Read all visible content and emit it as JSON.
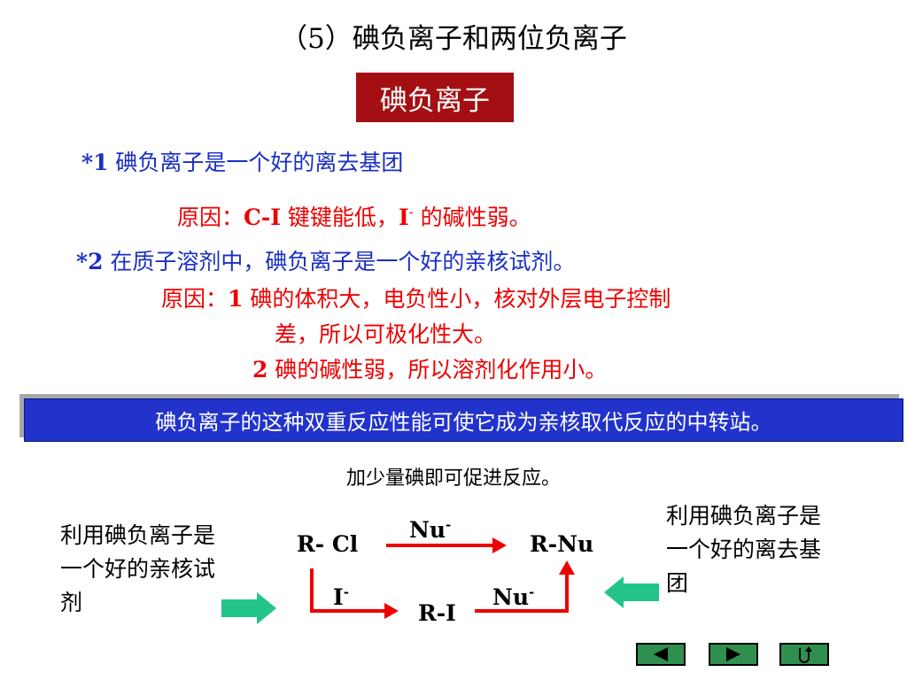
{
  "title": "（5）碘负离子和两位负离子",
  "subtitle": "碘负离子",
  "point1": {
    "marker": "*1",
    "text": " 碘负离子是一个好的离去基团",
    "reason_prefix": "原因：",
    "reason_bold1": "C-I",
    "reason_mid": " 键键能低，",
    "reason_bold2": "I",
    "reason_sup": "-",
    "reason_end": " 的碱性弱。"
  },
  "point2": {
    "marker": "*2",
    "text": " 在质子溶剂中，碘负离子是一个好的亲核试剂。",
    "reason_prefix": "原因：",
    "reason1_num": "1",
    "reason1_text": " 碘的体积大，电负性小，核对外层电子控制",
    "reason1_cont": "差，所以可极化性大。",
    "reason2_num": "2",
    "reason2_text": " 碘的碱性弱，所以溶剂化作用小。"
  },
  "banner": "碘负离子的这种双重反应性能可使它成为亲核取代反应的中转站。",
  "note": "加少量碘即可促进反应。",
  "left_label": "利用碘负离子是一个好的亲核试剂",
  "right_label": "利用碘负离子是一个好的离去基团",
  "scheme": {
    "reactant": "R- Cl",
    "product": "R-Nu",
    "intermediate": "R-I",
    "nu_top": "Nu",
    "nu_bottom": "Nu",
    "iodide": "I",
    "minus": "-"
  },
  "colors": {
    "title_box": "#a30f12",
    "blue_text": "#1a2fc4",
    "red_text": "#ee0000",
    "banner": "#2233cc",
    "arrow_red": "#ee0000",
    "arrow_green": "#22c48a",
    "nav_button": "#2f8f4e"
  },
  "nav": {
    "prev_icon": "triangle-left-icon",
    "next_icon": "triangle-right-icon",
    "return_icon": "return-icon"
  }
}
